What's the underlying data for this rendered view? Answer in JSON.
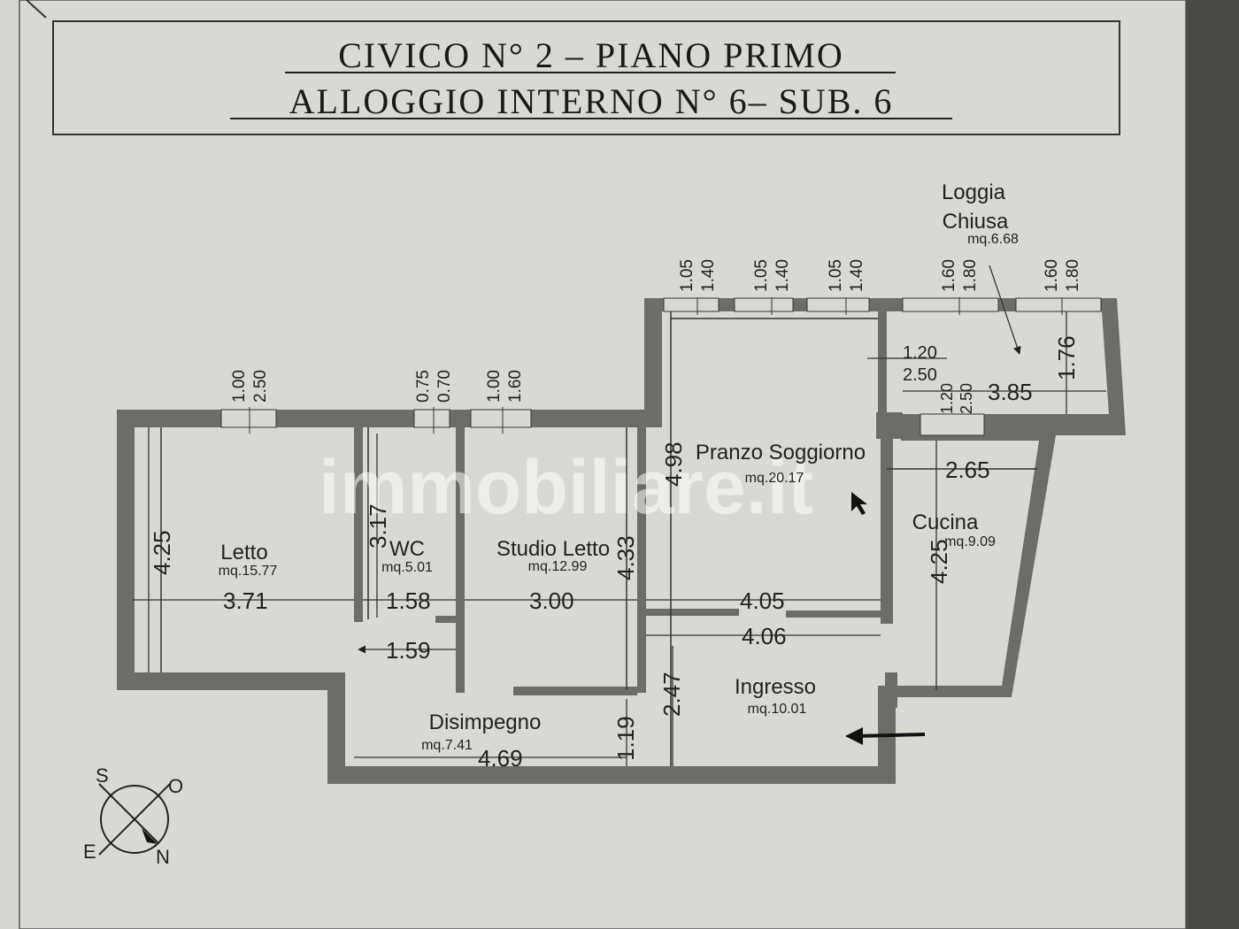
{
  "title": {
    "line1": "CIVICO  N°  2  –  PIANO  PRIMO",
    "line2": "ALLOGGIO  INTERNO  N°  6–  SUB.  6"
  },
  "watermark": "immobiliare.it",
  "rooms": [
    {
      "id": "letto",
      "name": "Letto",
      "area": "mq.15.77"
    },
    {
      "id": "wc",
      "name": "WC",
      "area": "mq.5.01"
    },
    {
      "id": "studio",
      "name": "Studio Letto",
      "area": "mq.12.99"
    },
    {
      "id": "pranzo",
      "name": "Pranzo Soggiorno",
      "area": "mq.20.17"
    },
    {
      "id": "loggia",
      "name1": "Loggia",
      "name2": "Chiusa",
      "area": "mq.6.68"
    },
    {
      "id": "cucina",
      "name": "Cucina",
      "area": "mq.9.09"
    },
    {
      "id": "ingresso",
      "name": "Ingresso",
      "area": "mq.10.01"
    },
    {
      "id": "disimpegno",
      "name": "Disimpegno",
      "area": "mq.7.41"
    }
  ],
  "dimensions": {
    "letto_w": "3.71",
    "letto_h": "4.25",
    "wc_w": "1.58",
    "wc_h": "3.17",
    "wc_pass": "1.59",
    "studio_w": "3.00",
    "studio_h": "4.33",
    "pranzo_h": "4.98",
    "pranzo_w": "4.05",
    "ingresso_w": "4.06",
    "ingresso_h": "2.47",
    "disimpegno_w": "4.69",
    "disimpegno_h": "1.19",
    "loggia_w": "3.85",
    "loggia_h": "1.76",
    "cucina_w": "2.65",
    "cucina_h": "4.25",
    "door_kitchen_a": "1.20",
    "door_kitchen_b": "2.50",
    "door_loggia_a": "1.20",
    "door_loggia_b": "2.50"
  },
  "windows": [
    {
      "a": "1.00",
      "b": "2.50"
    },
    {
      "a": "0.75",
      "b": "0.70"
    },
    {
      "a": "1.00",
      "b": "1.60"
    },
    {
      "a": "1.05",
      "b": "1.40"
    },
    {
      "a": "1.05",
      "b": "1.40"
    },
    {
      "a": "1.05",
      "b": "1.40"
    },
    {
      "a": "1.60",
      "b": "1.80"
    },
    {
      "a": "1.60",
      "b": "1.80"
    }
  ],
  "compass": {
    "s": "S",
    "o": "O",
    "e": "E",
    "n": "N"
  },
  "colors": {
    "paper": "#d6d4cf",
    "ink": "#222222",
    "wall": "#6e6c69"
  }
}
